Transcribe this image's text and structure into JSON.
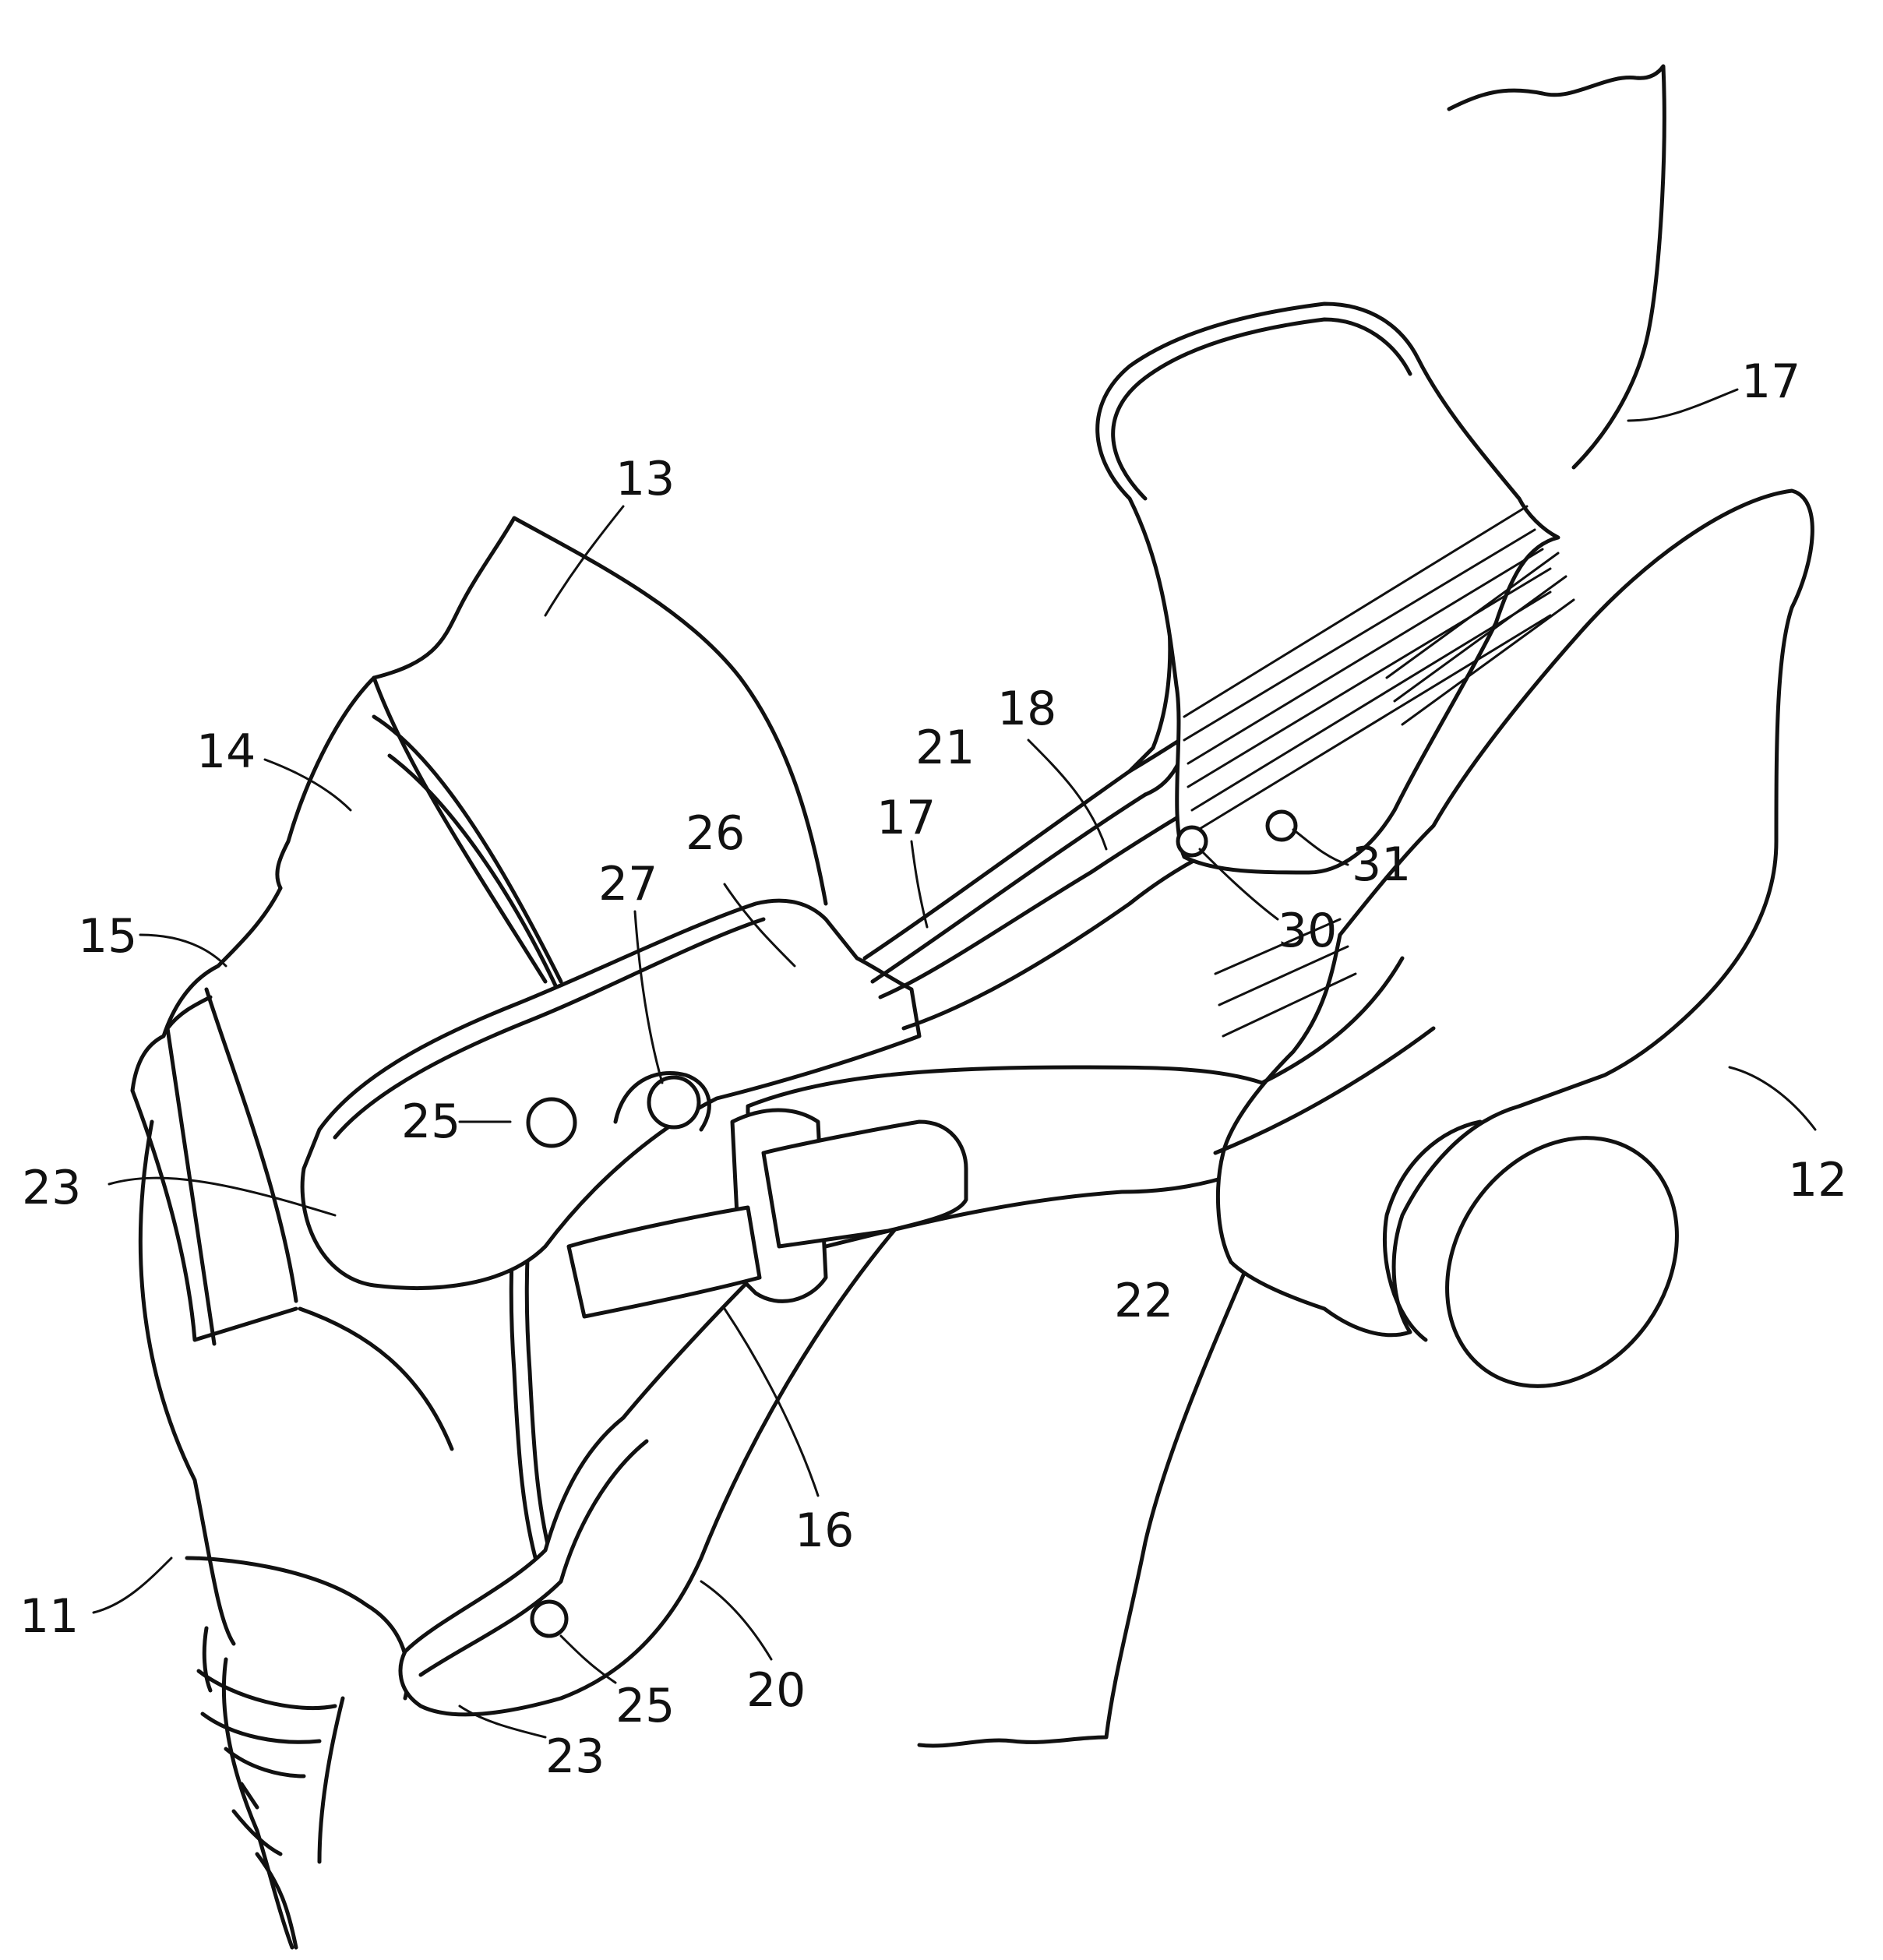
{
  "figure": {
    "labels": [
      {
        "id": "lbl-13",
        "text": "13"
      },
      {
        "id": "lbl-14",
        "text": "14"
      },
      {
        "id": "lbl-15",
        "text": "15"
      },
      {
        "id": "lbl-23a",
        "text": "23"
      },
      {
        "id": "lbl-25a",
        "text": "25"
      },
      {
        "id": "lbl-27",
        "text": "27"
      },
      {
        "id": "lbl-26",
        "text": "26"
      },
      {
        "id": "lbl-17a",
        "text": "17"
      },
      {
        "id": "lbl-21",
        "text": "21"
      },
      {
        "id": "lbl-18",
        "text": "18"
      },
      {
        "id": "lbl-17b",
        "text": "17"
      },
      {
        "id": "lbl-31",
        "text": "31"
      },
      {
        "id": "lbl-30",
        "text": "30"
      },
      {
        "id": "lbl-12",
        "text": "12"
      },
      {
        "id": "lbl-22",
        "text": "22"
      },
      {
        "id": "lbl-16",
        "text": "16"
      },
      {
        "id": "lbl-11",
        "text": "11"
      },
      {
        "id": "lbl-20",
        "text": "20"
      },
      {
        "id": "lbl-25b",
        "text": "25"
      },
      {
        "id": "lbl-23b",
        "text": "23"
      }
    ]
  }
}
